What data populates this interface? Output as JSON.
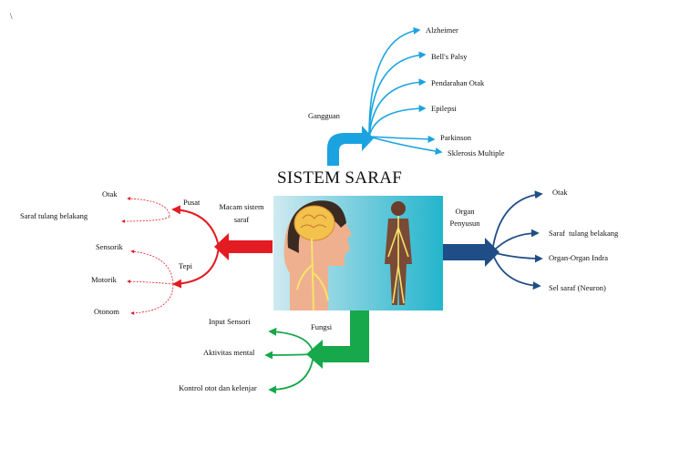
{
  "title": "SISTEM SARAF",
  "stray_mark": "\\",
  "colors": {
    "gangguan": "#1aa3e0",
    "organ": "#1f4e86",
    "macam": "#e31b23",
    "fungsi": "#16a84a",
    "panel": "#2fb7cf"
  },
  "gangguan": {
    "label": "Gangguan",
    "items": [
      "Alzheimer",
      "Bell's Palsy",
      "Pendarahan Otak",
      "Epilepsi",
      "Parkinson",
      "Sklerosis Multiple"
    ]
  },
  "organ": {
    "label_line1": "Organ",
    "label_line2": "Penyusun",
    "items": [
      "Otak",
      "Saraf  tulang belakang",
      "Organ-Organ Indra",
      "Sel saraf (Neuron)"
    ]
  },
  "macam": {
    "label_line1": "Macam sistem",
    "label_line2": "saraf",
    "pusat": {
      "label": "Pusat",
      "items": [
        "Otak",
        "Saraf tulang belakang"
      ]
    },
    "tepi": {
      "label": "Tepi",
      "items": [
        "Sensorik",
        "Motorik",
        "Otonom"
      ]
    }
  },
  "fungsi": {
    "label": "Fungsi",
    "items": [
      "Input Sensori",
      "Aktivitas mental",
      "Kontrol otot dan kelenjar"
    ]
  }
}
